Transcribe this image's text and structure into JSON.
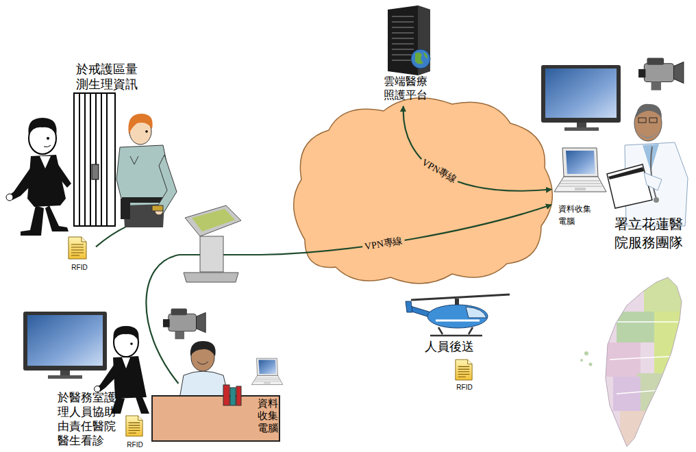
{
  "diagram": {
    "nodes": [
      {
        "text": [
          "於戒護區量測生理資訊"
        ]
      },
      {
        "text": [
          "RFID"
        ]
      },
      {
        "text": [
          "雲端醫療照護平台"
        ]
      },
      {
        "text": [
          "資料收集電腦"
        ]
      },
      {
        "text": [
          "署立花蓮醫院服務團隊"
        ]
      },
      {
        "text": [
          "人員後送"
        ]
      },
      {
        "text": [
          "RFID"
        ]
      },
      {
        "text": [
          "於醫務室護理人員協助由責任醫院醫生看診"
        ]
      },
      {
        "text": [
          "RFID"
        ]
      },
      {
        "text": [
          "資料收集電腦"
        ]
      }
    ],
    "edges": [
      {
        "from": 1,
        "to": 0,
        "arrow": "none"
      },
      {
        "from": 2,
        "to": 3,
        "label": "VPN專線",
        "arrow": "both"
      },
      {
        "from": 7,
        "to": 3,
        "label": "VPN專線",
        "arrow": "to"
      }
    ]
  }
}
